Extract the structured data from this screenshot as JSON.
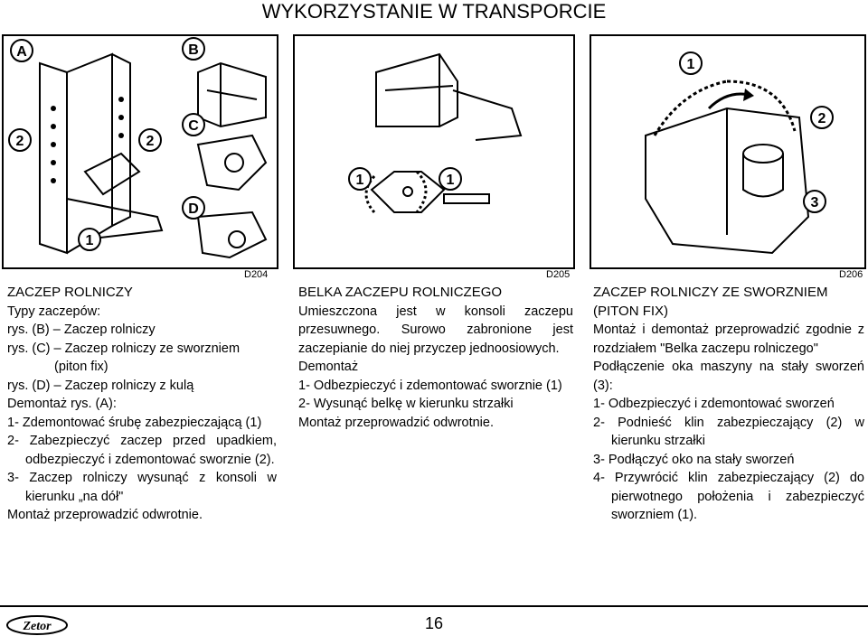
{
  "page": {
    "title": "WYKORZYSTANIE W TRANSPORCIE",
    "page_number": "16",
    "brand": "Zetor"
  },
  "figures": {
    "left": {
      "code": "D204",
      "labels": [
        "A",
        "B",
        "C",
        "D",
        "2",
        "2",
        "1"
      ]
    },
    "middle": {
      "code": "D205",
      "labels": [
        "1",
        "1"
      ]
    },
    "right": {
      "code": "D206",
      "labels": [
        "1",
        "2",
        "3"
      ]
    }
  },
  "col1": {
    "heading": "ZACZEP ROLNICZY",
    "lines": [
      "Typy zaczepów:",
      "rys. (B) – Zaczep rolniczy",
      "rys. (C) – Zaczep rolniczy ze sworzniem",
      "(piton fix)",
      "rys. (D) – Zaczep rolniczy z kulą",
      "Demontaż rys. (A):",
      "1- Zdemontować śrubę zabezpieczającą (1)",
      "2- Zabezpieczyć zaczep przed upadkiem, odbezpieczyć i zdemontować sworznie (2).",
      "3- Zaczep rolniczy wysunąć z konsoli w kierunku „na dół\"",
      "Montaż przeprowadzić odwrotnie."
    ]
  },
  "col2": {
    "heading": "BELKA ZACZEPU ROLNICZEGO",
    "lines": [
      "Umieszczona jest w konsoli zaczepu przesuwnego. Surowo zabronione jest zaczepianie do niej przyczep jednoosiowych.",
      "Demontaż",
      "1- Odbezpieczyć i zdemontować sworznie (1)",
      "2- Wysunąć belkę w kierunku strzałki",
      "Montaż przeprowadzić odwrotnie."
    ]
  },
  "col3": {
    "heading": "ZACZEP ROLNICZY ZE SWORZNIEM (PITON FIX)",
    "lines": [
      "Montaż i demontaż przeprowadzić zgodnie z rozdziałem \"Belka zaczepu rolniczego\"",
      "Podłączenie oka maszyny na stały sworzeń (3):",
      "1- Odbezpieczyć i zdemontować sworzeń",
      "2- Podnieść klin zabezpieczający (2) w kierunku strzałki",
      "3- Podłączyć oko na stały sworzeń",
      "4- Przywrócić klin zabezpieczający (2) do pierwotnego położenia i zabezpieczyć sworzniem (1)."
    ]
  }
}
